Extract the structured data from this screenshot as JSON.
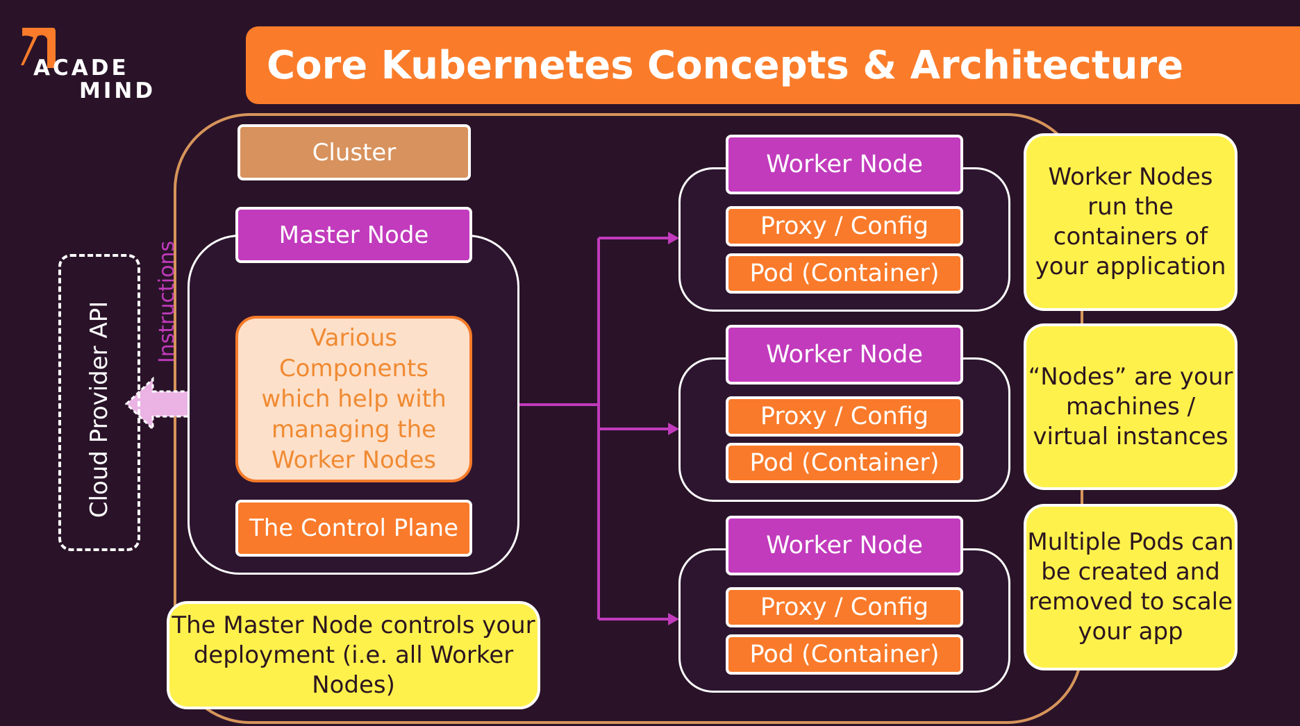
{
  "logo": {
    "line1": "ACADE",
    "line2": "MIND"
  },
  "title": "Core Kubernetes Concepts & Architecture",
  "cluster": {
    "label": "Cluster"
  },
  "master": {
    "header": "Master Node",
    "components": "Various Components which help with managing the Worker Nodes",
    "control_plane": "The Control Plane"
  },
  "cloud_provider": "Cloud Provider API",
  "instructions": "Instructions",
  "workers": [
    {
      "header": "Worker Node",
      "proxy": "Proxy / Config",
      "pod": "Pod (Container)"
    },
    {
      "header": "Worker Node",
      "proxy": "Proxy / Config",
      "pod": "Pod (Container)"
    },
    {
      "header": "Worker Node",
      "proxy": "Proxy / Config",
      "pod": "Pod (Container)"
    }
  ],
  "notes": {
    "master": "The Master Node controls your deployment (i.e. all Worker Nodes)",
    "workers": "Worker Nodes run the containers of your application",
    "nodes": "“Nodes” are your machines / virtual instances",
    "pods": "Multiple Pods can be created and removed to scale your app"
  },
  "colors": {
    "background": "#2a1329",
    "accent_orange": "#fa7c2a",
    "magenta": "#c13bbc",
    "note_yellow": "#fef14c",
    "cluster_border": "#d7955b"
  }
}
